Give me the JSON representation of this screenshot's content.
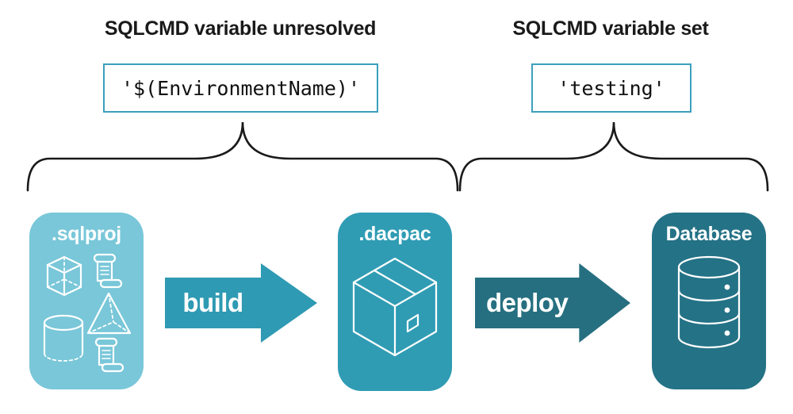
{
  "annotations": [
    {
      "heading": "SQLCMD variable unresolved",
      "code": "'$(EnvironmentName)'"
    },
    {
      "heading": "SQLCMD variable set",
      "code": "'testing'"
    }
  ],
  "pipeline": {
    "nodes": [
      {
        "label": ".sqlproj",
        "color": "#79c7d9",
        "icon": "sql-objects-icon"
      },
      {
        "label": ".dacpac",
        "color": "#2f9cb4",
        "icon": "package-icon"
      },
      {
        "label": "Database",
        "color": "#247286",
        "icon": "database-icon"
      }
    ],
    "arrows": [
      {
        "label": "build",
        "color": "#2f9ab3"
      },
      {
        "label": "deploy",
        "color": "#266f80"
      }
    ]
  },
  "colors": {
    "background": "#ffffff",
    "code_box_border": "#3ba0bc",
    "heading_text": "#1a1a1a",
    "brace_stroke": "#1a1a1a",
    "icon_stroke": "#ffffff"
  }
}
